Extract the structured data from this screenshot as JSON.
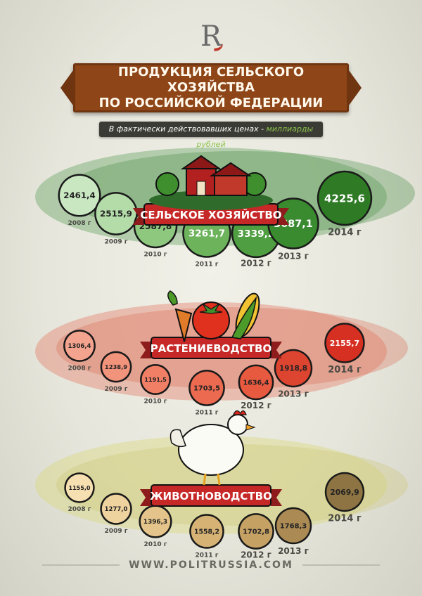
{
  "header": {
    "title_line1": "ПРОДУКЦИЯ СЕЛЬСКОГО ХОЗЯЙСТВА",
    "title_line2": "ПО РОССИЙСКОЙ ФЕДЕРАЦИИ",
    "subtitle_main": "В фактически действовавших ценах - ",
    "subtitle_accent": "миллиарды рублей"
  },
  "footer": {
    "site": "WWW.POLITRUSSIA.COM"
  },
  "colors": {
    "banner_brown": "#8e4517",
    "ribbon_red": "#c62828",
    "green_series": "#3a8a3a",
    "red_series": "#d63a25",
    "brown_series": "#8d7442"
  },
  "chart_data": [
    {
      "type": "bubble",
      "title": "СЕЛЬСКОЕ ХОЗЯЙСТВО",
      "categories": [
        "2008 г",
        "2009 г",
        "2010 г",
        "2011 г",
        "2012 г",
        "2013 г",
        "2014 г"
      ],
      "values": [
        2461.4,
        2515.9,
        2587.8,
        3261.7,
        3339.2,
        3687.1,
        4225.6
      ],
      "labels": [
        "2461,4",
        "2515,9",
        "2587,8",
        "3261,7",
        "3339,2",
        "3687,1",
        "4225,6"
      ],
      "colors": [
        "#c9e8c2",
        "#b3dca9",
        "#8ec87f",
        "#6cb35c",
        "#4f9e42",
        "#3a8a30",
        "#2e7a25"
      ]
    },
    {
      "type": "bubble",
      "title": "РАСТЕНИЕВОДСТВО",
      "categories": [
        "2008 г",
        "2009 г",
        "2010 г",
        "2011 г",
        "2012 г",
        "2013 г",
        "2014 г"
      ],
      "values": [
        1306.4,
        1238.9,
        1191.5,
        1703.5,
        1636.4,
        1918.8,
        2155.7
      ],
      "labels": [
        "1306,4",
        "1238,9",
        "1191,5",
        "1703,5",
        "1636,4",
        "1918,8",
        "2155,7"
      ],
      "colors": [
        "#f4a48e",
        "#f2937b",
        "#f07f66",
        "#ec6a50",
        "#e75a3f",
        "#de4530",
        "#d63022"
      ]
    },
    {
      "type": "bubble",
      "title": "ЖИВОТНОВОДСТВО",
      "categories": [
        "2008 г",
        "2009 г",
        "2010 г",
        "2011 г",
        "2012 г",
        "2013 г",
        "2014 г"
      ],
      "values": [
        1155.0,
        1277.0,
        1396.3,
        1558.2,
        1702.8,
        1768.3,
        2069.9
      ],
      "labels": [
        "1155,0",
        "1277,0",
        "1396,3",
        "1558,2",
        "1702,8",
        "1768,3",
        "2069,9"
      ],
      "colors": [
        "#f6dfb1",
        "#eed39f",
        "#e4c48a",
        "#d6b275",
        "#c6a164",
        "#ab8a54",
        "#8d7442"
      ]
    }
  ]
}
